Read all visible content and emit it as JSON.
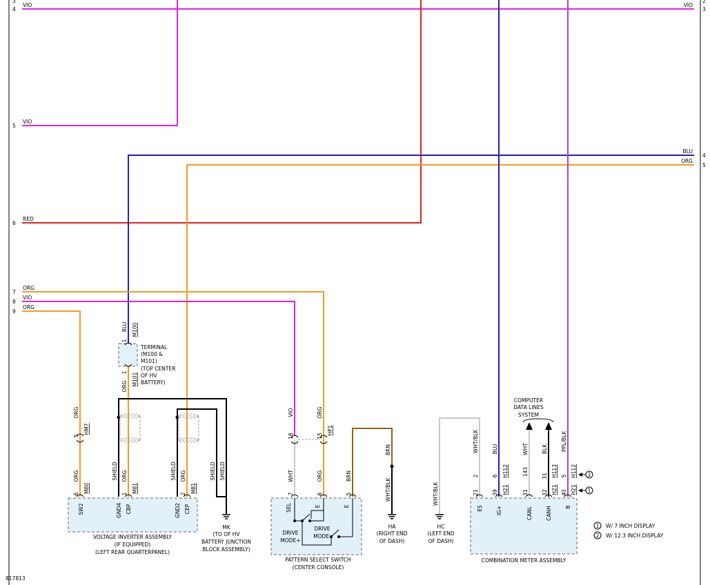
{
  "colors": {
    "vio": "#e020e0",
    "red": "#e02020",
    "blu": "#2020c0",
    "org": "#f59a23",
    "brn": "#8b6914",
    "wht": "#c8c8c8",
    "ppl": "#b040d0",
    "blk": "#000000"
  },
  "left_pins": [
    {
      "num": "4",
      "color": "VIO"
    },
    {
      "num": "5",
      "color": "VIO"
    },
    {
      "num": "6",
      "color": "RED"
    },
    {
      "num": "7",
      "color": "ORG"
    },
    {
      "num": "8",
      "color": "VIO"
    },
    {
      "num": "9",
      "color": "ORG"
    }
  ],
  "top_left_partial": "3",
  "right_pins": [
    {
      "num": "3",
      "color": "VIO",
      "partial": "2"
    },
    {
      "num": "4",
      "color": "BLU"
    },
    {
      "num": "5",
      "color": "ORG"
    }
  ],
  "terminal": {
    "wire_top": "BLU",
    "conn_top": "M100",
    "pin_top": "1",
    "wire_bot": "ORG",
    "conn_bot": "M101",
    "pin_bot": "1",
    "label": [
      "TERMINAL",
      "(M100 &",
      "M101)",
      "(TOP CENTER",
      "OF HV",
      "BATTERY)"
    ]
  },
  "voltage_inverter": {
    "label": [
      "VOLTAGE INVERTER ASSEMBLY",
      "(IF EQUIPPED)",
      "(LEFT REAR QUARTERPANEL)"
    ],
    "pins": [
      {
        "name": "SW2",
        "num": "6",
        "conn": "M80",
        "wire": "ORG"
      },
      {
        "name": "GND4",
        "num": "",
        "conn": "",
        "wire": "SHIELD"
      },
      {
        "name": "CBP",
        "num": "1",
        "conn": "M81",
        "wire": "ORG"
      },
      {
        "name": "GND2",
        "num": "",
        "conn": "",
        "wire": "SHIELD"
      },
      {
        "name": "CEP",
        "num": "2",
        "conn": "M81",
        "wire": "ORG"
      }
    ],
    "sw2_upper": {
      "num": "5",
      "conn": "HM7",
      "wire": "ORG"
    },
    "shield_wires": [
      "SHIELD",
      "SHIELD"
    ]
  },
  "mk": {
    "code": "MK",
    "label": [
      "(TO OF HV",
      "BATTERY JUNCTION",
      "BLOCK ASSEMBLY)"
    ]
  },
  "pattern_switch": {
    "label": [
      "PATTERN SELECT SWITCH",
      "(CENTER CONSOLE)"
    ],
    "pins": [
      {
        "name": "SEL",
        "num": "7",
        "wire": "WHT",
        "upper_num": "16",
        "upper_wire": "VIO"
      },
      {
        "name": "E",
        "num": "6",
        "wire": "ORG",
        "upper_num": "15",
        "upper_wire": "ORG",
        "upper_conn": "HP1"
      },
      {
        "name": "E",
        "num": "5",
        "wire": "BRN"
      }
    ],
    "drive_mode_plus": [
      "DRIVE",
      "MODE+"
    ],
    "drive_mode_minus": [
      "DRIVE",
      "MODE-"
    ]
  },
  "ha": {
    "code": "HA",
    "wire_top": "BRN",
    "wire_bot": "WHT/BLK",
    "label": [
      "(RIGHT END",
      "OF DASH)"
    ]
  },
  "hc": {
    "code": "HC",
    "wire": "WHT/BLK",
    "label": [
      "(LEFT END",
      "OF DASH)"
    ]
  },
  "combination_meter": {
    "label": "COMBINATION METER ASSEMBLY",
    "data_lines": [
      "COMPUTER",
      "DATA LINES",
      "SYSTEM"
    ],
    "pins": [
      {
        "name": "ES",
        "num": "21",
        "num2": "2",
        "wire": "WHT/BLK"
      },
      {
        "name": "IG+",
        "num": "39",
        "num2": "6",
        "conn": "H21",
        "conn2": "H112",
        "wire": "BLU"
      },
      {
        "name": "CANL",
        "num": "31",
        "num2": "143",
        "wire": "WHT"
      },
      {
        "name": "CANH",
        "num": "32",
        "num2": "31",
        "conn": "H21",
        "conn2": "H113",
        "wire": "BLK"
      },
      {
        "name": "B",
        "num": "40",
        "num2": "5",
        "conn": "H21",
        "conn2": "H112",
        "wire": "PPL/BLK"
      }
    ]
  },
  "legend": [
    {
      "mark": "1",
      "text": "W/ 7 INCH DISPLAY"
    },
    {
      "mark": "2",
      "text": "W/ 12.3 INCH DISPLAY"
    }
  ],
  "figure_id": "817813"
}
